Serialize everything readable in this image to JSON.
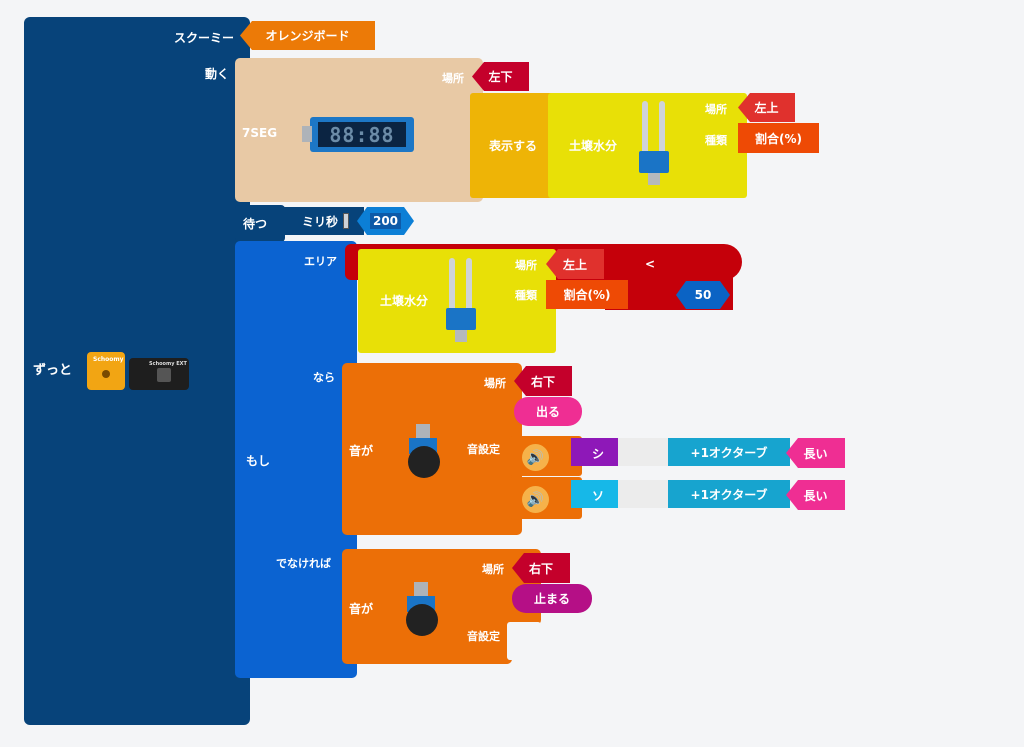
{
  "forever": {
    "label": "ずっと"
  },
  "scratch": {
    "label": "スクーミー",
    "board": "オレンジボード"
  },
  "move": {
    "label": "動く"
  },
  "seg": {
    "label": "7SEG",
    "display": "88:88",
    "place_label": "場所",
    "place": "左下",
    "action": "表示する",
    "sensor_label": "土壌水分",
    "sensor_place_label": "場所",
    "sensor_place": "左上",
    "sensor_type_label": "種類",
    "sensor_type": "割合(%)"
  },
  "wait": {
    "label": "待つ",
    "unit": "ミリ秒",
    "value": "200"
  },
  "if_block": {
    "label": "もし",
    "area_label": "エリア",
    "sensor_label": "土壌水分",
    "place_label": "場所",
    "place": "左上",
    "type_label": "種類",
    "type": "割合(%)",
    "operator": "<",
    "threshold": "50",
    "then_label": "なら",
    "else_label": "でなければ"
  },
  "sound_then": {
    "label": "音が",
    "place_label": "場所",
    "place": "右下",
    "action": "出る",
    "setting_label": "音設定",
    "notes": [
      {
        "note": "シ",
        "octave": "+1オクターブ",
        "length": "長い",
        "color": "#8e18b8"
      },
      {
        "note": "ソ",
        "octave": "+1オクターブ",
        "length": "長い",
        "color": "#16b8e8"
      }
    ]
  },
  "sound_else": {
    "label": "音が",
    "place_label": "場所",
    "place": "右下",
    "action": "止まる",
    "setting_label": "音設定"
  },
  "colors": {
    "forever": "#07437a",
    "if": "#0b63d1",
    "move": "#e8c9a5",
    "yellow": "#e8e007",
    "orange": "#ec6f07",
    "red_tag": "#c4002b",
    "red_cond": "#c5000a",
    "pink": "#ef2e93"
  }
}
